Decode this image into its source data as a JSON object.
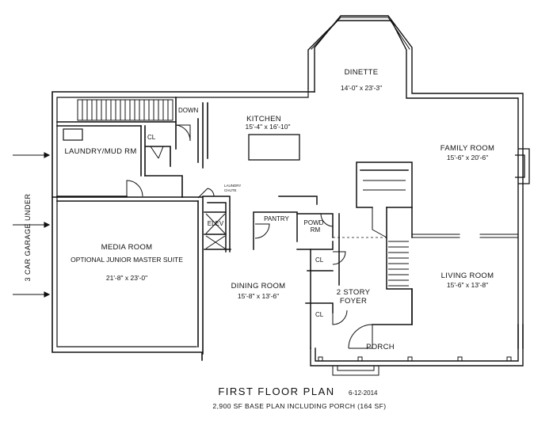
{
  "plan": {
    "title": "FIRST FLOOR PLAN",
    "date": "6-12-2014",
    "subtitle": "2,900 SF BASE PLAN INCLUDING PORCH (164 SF)",
    "garage_label": "3 CAR GARAGE UNDER",
    "rooms": {
      "dinette": {
        "name": "DINETTE",
        "dim": "14'-0\" x 23'-3\""
      },
      "kitchen": {
        "name": "KITCHEN",
        "dim": "15'-4\" x 16'-10\""
      },
      "family_room": {
        "name": "FAMILY ROOM",
        "dim": "15'-6\" x 20'-6\""
      },
      "laundry": {
        "name": "LAUNDRY/MUD RM"
      },
      "media_room": {
        "name": "MEDIA ROOM",
        "subname": "OPTIONAL JUNIOR MASTER SUITE",
        "dim": "21'-8\" x 23'-0\""
      },
      "dining_room": {
        "name": "DINING ROOM",
        "dim": "15'-8\" x 13'-6\""
      },
      "living_room": {
        "name": "LIVING ROOM",
        "dim": "15'-6\" x 13'-8\""
      },
      "foyer": {
        "name_line1": "2 STORY",
        "name_line2": "FOYER"
      },
      "porch": {
        "name": "PORCH"
      },
      "pantry": {
        "name": "PANTRY"
      },
      "powder": {
        "name_line1": "POWD",
        "name_line2": "RM"
      },
      "elev": {
        "name": "ELEV"
      },
      "laundry_chute": {
        "line1": "LAUNDRY",
        "line2": "CHUTE"
      }
    },
    "labels": {
      "down": "DOWN",
      "closet": "CL"
    }
  }
}
